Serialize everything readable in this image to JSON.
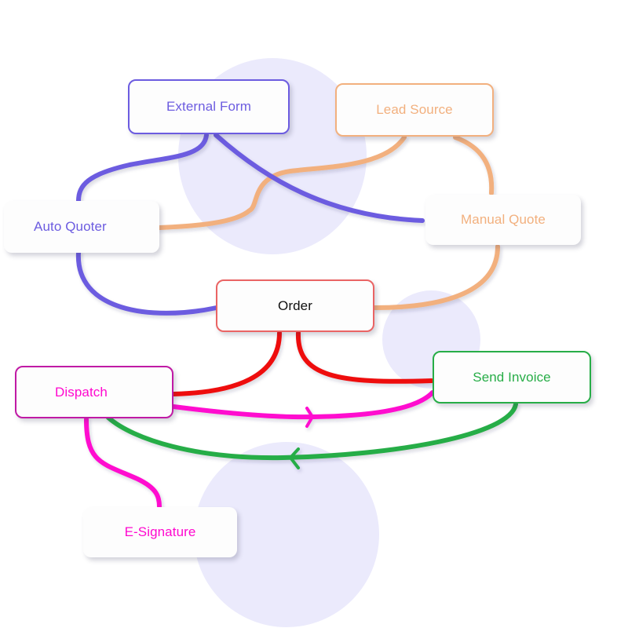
{
  "diagram": {
    "type": "flowchart",
    "background_color": "#ffffff",
    "decor_circle_color": "#ebeafc",
    "colors": {
      "purple": "#6c5ce0",
      "orange": "#f2b07e",
      "red": "#ee0f0f",
      "magenta": "#ff08cf",
      "green": "#27ad47",
      "order_border": "#ea6464",
      "dispatch_border": "#c01aa5",
      "order_text": "#111111"
    },
    "nodes": [
      {
        "id": "external-form",
        "label": "External Form",
        "text_color": "#6c5ce0",
        "border_color": "#6c5ce0",
        "bordered": true
      },
      {
        "id": "lead-source",
        "label": "Lead Source",
        "text_color": "#f2b07e",
        "border_color": "#f2b07e",
        "bordered": true
      },
      {
        "id": "auto-quoter",
        "label": "Auto Quoter",
        "text_color": "#6c5ce0",
        "bordered": false
      },
      {
        "id": "manual-quote",
        "label": "Manual Quote",
        "text_color": "#f2b07e",
        "bordered": false
      },
      {
        "id": "order",
        "label": "Order",
        "text_color": "#111111",
        "border_color": "#ea6464",
        "bordered": true
      },
      {
        "id": "dispatch",
        "label": "Dispatch",
        "text_color": "#ff08cf",
        "border_color": "#c01aa5",
        "bordered": true
      },
      {
        "id": "send-invoice",
        "label": "Send Invoice",
        "text_color": "#27ad47",
        "border_color": "#27ad47",
        "bordered": true
      },
      {
        "id": "e-signature",
        "label": "E-Signature",
        "text_color": "#ff08cf",
        "bordered": false
      }
    ],
    "edges": [
      {
        "id": "external-form-to-auto-quoter",
        "from": "external-form",
        "to": "auto-quoter",
        "color": "#6c5ce0",
        "arrow": false
      },
      {
        "id": "auto-quoter-to-order",
        "from": "auto-quoter",
        "to": "order",
        "color": "#6c5ce0",
        "arrow": false
      },
      {
        "id": "lead-source-to-auto-quoter",
        "from": "lead-source",
        "to": "auto-quoter",
        "color": "#f2b07e",
        "arrow": false
      },
      {
        "id": "lead-source-to-manual-quote",
        "from": "lead-source",
        "to": "manual-quote",
        "color": "#f2b07e",
        "arrow": false
      },
      {
        "id": "external-form-to-manual-quote",
        "from": "external-form",
        "to": "manual-quote",
        "color": "#6c5ce0",
        "arrow": false
      },
      {
        "id": "manual-quote-to-order",
        "from": "manual-quote",
        "to": "order",
        "color": "#f2b07e",
        "arrow": false
      },
      {
        "id": "order-to-dispatch",
        "from": "order",
        "to": "dispatch",
        "color": "#ee0f0f",
        "arrow": false
      },
      {
        "id": "order-to-send-invoice",
        "from": "order",
        "to": "send-invoice",
        "color": "#ee0f0f",
        "arrow": false
      },
      {
        "id": "dispatch-to-send-invoice",
        "from": "dispatch",
        "to": "send-invoice",
        "color": "#ff08cf",
        "arrow": true,
        "arrow_direction": "right"
      },
      {
        "id": "send-invoice-to-dispatch",
        "from": "send-invoice",
        "to": "dispatch",
        "color": "#27ad47",
        "arrow": true,
        "arrow_direction": "left"
      },
      {
        "id": "dispatch-to-e-signature",
        "from": "dispatch",
        "to": "e-signature",
        "color": "#ff08cf",
        "arrow": false
      }
    ]
  }
}
